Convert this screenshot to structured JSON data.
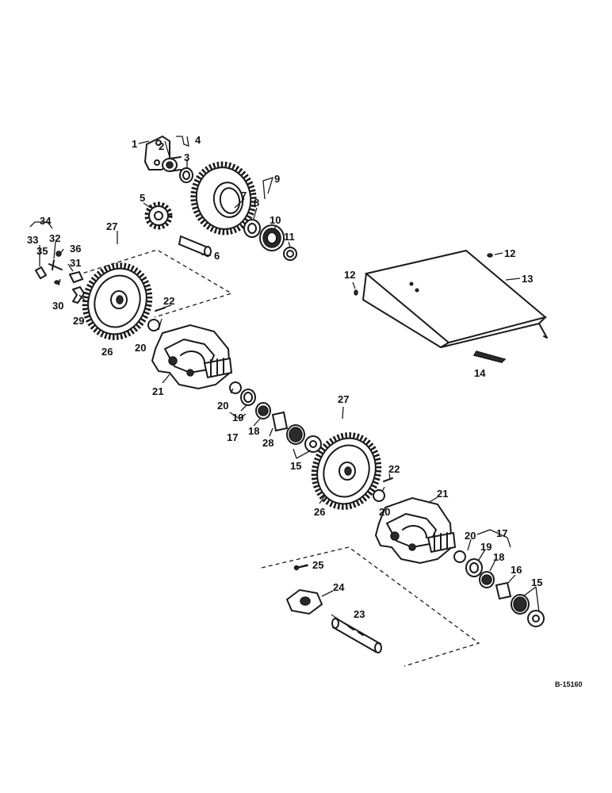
{
  "figure_ref": "B-15160",
  "callouts": {
    "c1": "1",
    "c2": "2",
    "c3": "3",
    "c4": "4",
    "c5": "5",
    "c6": "6",
    "c7": "7",
    "c8": "8",
    "c9": "9",
    "c10": "10",
    "c11": "11",
    "c12": "12",
    "c13": "13",
    "c14": "14",
    "c15": "15",
    "c16": "16",
    "c17": "17",
    "c18": "18",
    "c19": "19",
    "c20": "20",
    "c21": "21",
    "c22": "22",
    "c23": "23",
    "c24": "24",
    "c25": "25",
    "c26": "26",
    "c27": "27",
    "c28": "28",
    "c29": "29",
    "c30": "30",
    "c31": "31",
    "c32": "32",
    "c33": "33",
    "c34": "34",
    "c35": "35",
    "c36": "36"
  }
}
